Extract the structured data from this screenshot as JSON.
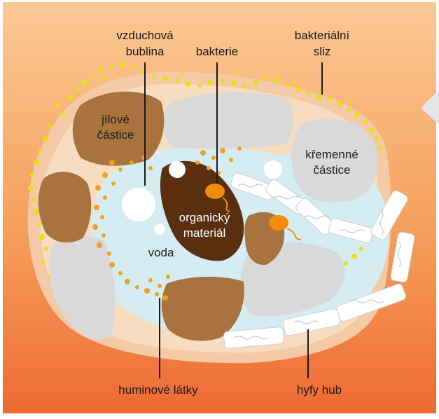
{
  "labels": {
    "air_bubble_1": "vzduchová",
    "air_bubble_2": "bublina",
    "bacteria": "bakterie",
    "slime_1": "bakteriální",
    "slime_2": "sliz",
    "clay_1": "jílové",
    "clay_2": "částice",
    "quartz_1": "křemenné",
    "quartz_2": "částice",
    "organic_1": "organický",
    "organic_2": "materiál",
    "water": "voda",
    "humic": "huminové látky",
    "hyphae": "hyfy hub"
  },
  "colors": {
    "background_top": "#f9c992",
    "background_bottom": "#ee6a33",
    "water": "#d6ecf3",
    "clay": "#a8733f",
    "organic": "#5a2f0f",
    "quartz": "#d9d9d9",
    "bacteria": "#f28a0a",
    "slime": "#e8e21a",
    "humic_dots": "#f0a020",
    "hyphae_fill": "#ffffff"
  }
}
